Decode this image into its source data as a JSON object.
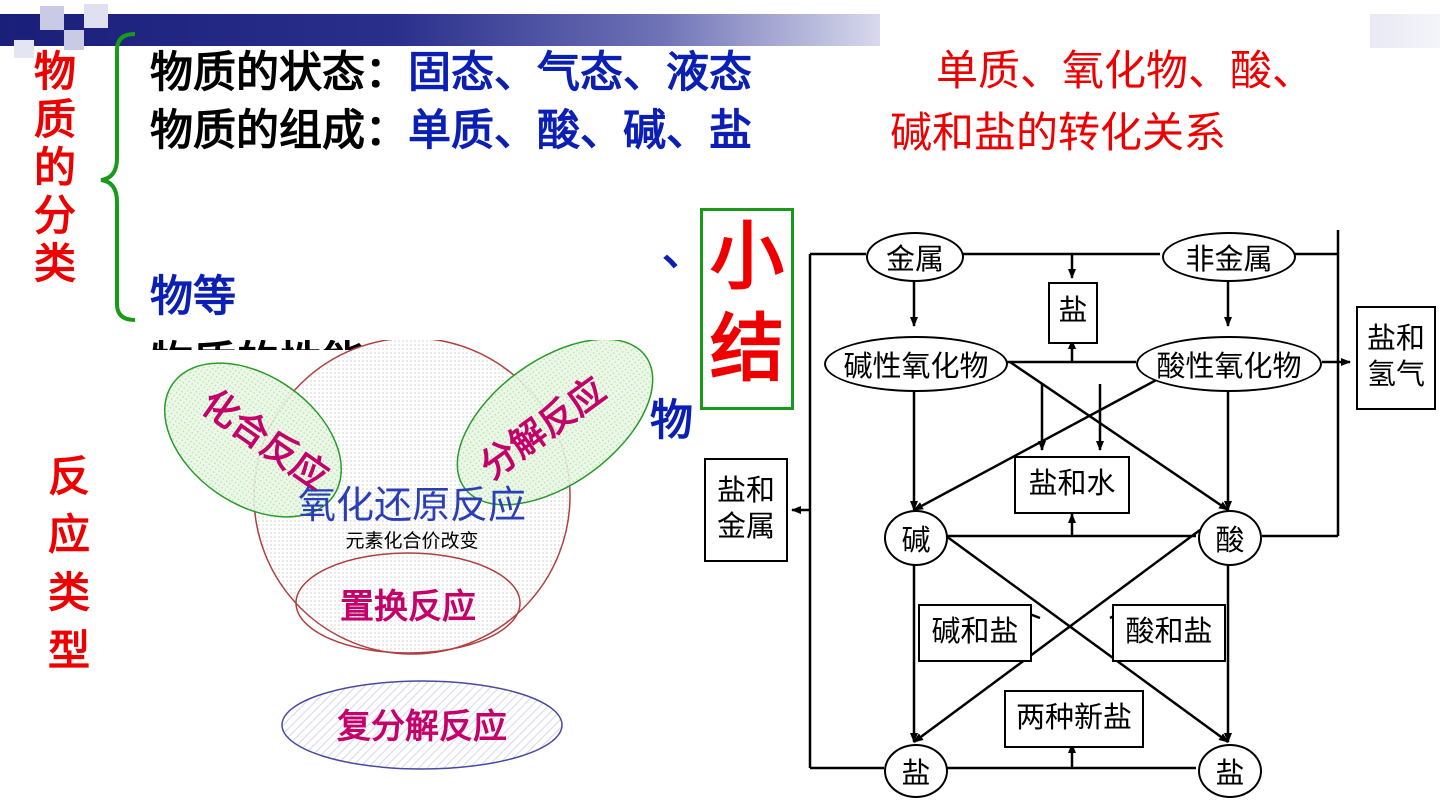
{
  "classification": {
    "vertical_label_chars": [
      "物",
      "质",
      "的",
      "分",
      "类"
    ],
    "state_line": {
      "label": "物质的状态：",
      "value": "固态、气态、液态"
    },
    "composition_line": {
      "label": "物质的组成：",
      "value": "单质、酸、碱、盐"
    },
    "overflow_fragment": "、",
    "tail_text": "物等",
    "hidden_partial": "物质的性能",
    "hidden_blue_tail": "物"
  },
  "summary_label_chars": [
    "小",
    "结"
  ],
  "relation_title": "单质、氧化物、酸、碱和盐的转化关系",
  "reaction_types": {
    "vertical_label_chars": [
      "反",
      "应",
      "类",
      "型"
    ],
    "combination": "化合反应",
    "decomposition": "分解反应",
    "redox": "氧化还原反应",
    "redox_note": "元素化合价改变",
    "displacement": "置换反应",
    "double_decomposition": "复分解反应"
  },
  "diagram": {
    "metal": "金属",
    "nonmetal": "非金属",
    "salt_top": "盐",
    "basic_oxide": "碱性氧化物",
    "acidic_oxide": "酸性氧化物",
    "salt_hydrogen_1": "盐和",
    "salt_hydrogen_2": "氢气",
    "salt_water": "盐和水",
    "salt_metal_1": "盐和",
    "salt_metal_2": "金属",
    "base": "碱",
    "acid": "酸",
    "base_salt": "碱和盐",
    "acid_salt": "酸和盐",
    "two_new_salts": "两种新盐",
    "salt_left": "盐",
    "salt_right": "盐"
  },
  "colors": {
    "red": "#ee0000",
    "blue": "#0b1fb5",
    "magenta": "#c4006a",
    "green_brace": "#1a9a1a"
  }
}
